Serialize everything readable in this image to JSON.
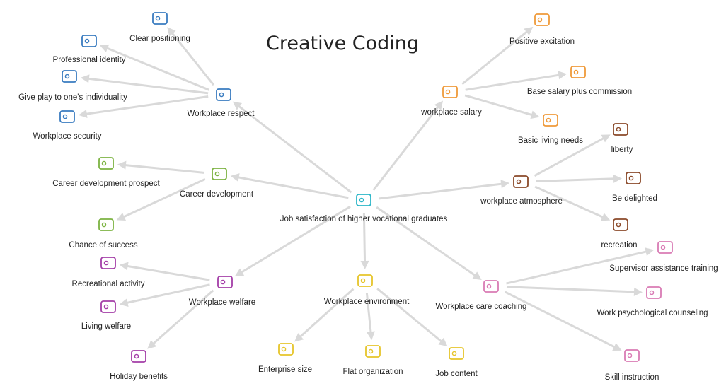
{
  "title": "Creative Coding",
  "center": {
    "label": "Job satisfaction of higher vocational graduates",
    "color": "#2bb6c8"
  },
  "branches": [
    {
      "id": "workplace-respect",
      "label": "Workplace respect",
      "color": "#3a7cc0",
      "children": [
        "Clear positioning",
        "Professional identity",
        "Give play to one's individuality",
        "Workplace security"
      ]
    },
    {
      "id": "career-development",
      "label": "Career development",
      "color": "#7cb342",
      "children": [
        "Career development prospect",
        "Chance of success"
      ]
    },
    {
      "id": "workplace-welfare",
      "label": "Workplace welfare",
      "color": "#a43ea8",
      "children": [
        "Recreational activity",
        "Living welfare",
        "Holiday benefits"
      ]
    },
    {
      "id": "workplace-environment",
      "label": "Workplace environment",
      "color": "#e6c52a",
      "children": [
        "Enterprise size",
        "Flat organization",
        "Job content"
      ]
    },
    {
      "id": "workplace-care-coaching",
      "label": "Workplace care coaching",
      "color": "#d97bb4",
      "children": [
        "Supervisor assistance training",
        "Work psychological counseling",
        "Skill instruction"
      ]
    },
    {
      "id": "workplace-atmosphere",
      "label": "workplace atmosphere",
      "color": "#8b4a2a",
      "children": [
        "liberty",
        "Be delighted",
        "recreation"
      ]
    },
    {
      "id": "workplace-salary",
      "label": "workplace salary",
      "color": "#ef9a3a",
      "children": [
        "Positive excitation",
        "Base salary plus commission",
        "Basic living needs"
      ]
    }
  ]
}
